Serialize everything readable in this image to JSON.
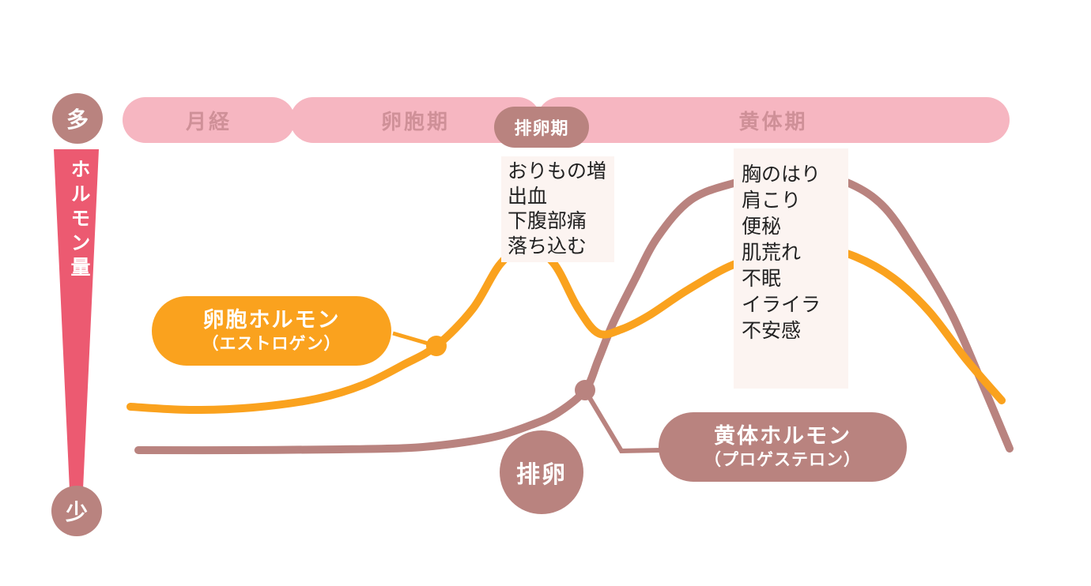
{
  "colors": {
    "pink": "#F6B6C1",
    "pink-text": "#CF9098",
    "mauve": "#B9837F",
    "orange": "#FAA21E",
    "wedge-red": "#EC5A71",
    "box-bg": "#FCF4F1",
    "box-text": "#222222"
  },
  "axis": {
    "title": "ホルモン量",
    "high_label": "多",
    "low_label": "少"
  },
  "phases": [
    {
      "label": "月経"
    },
    {
      "label": "卵胞期"
    },
    {
      "label": "排卵期"
    },
    {
      "label": "黄体期"
    }
  ],
  "callouts": {
    "estrogen_line1": "卵胞ホルモン",
    "estrogen_line2": "（エストロゲン）",
    "progesterone_line1": "黄体ホルモン",
    "progesterone_line2": "（プロゲステロン）",
    "ovulation": "排卵"
  },
  "symptoms": {
    "ovulation_phase": [
      "おりもの増",
      "出血",
      "下腹部痛",
      "落ち込む"
    ],
    "luteal_phase": [
      "胸のはり",
      "肩こり",
      "便秘",
      "肌荒れ",
      "不眠",
      "イライラ",
      "不安感"
    ]
  },
  "chart_data": {
    "type": "line",
    "title": "",
    "ylabel": "ホルモン量",
    "y_axis_labels": {
      "high": "多",
      "low": "少"
    },
    "x_phases": [
      "月経",
      "卵胞期",
      "排卵期",
      "黄体期"
    ],
    "grid": false,
    "annotations": [
      "排卵"
    ],
    "series": [
      {
        "name": "卵胞ホルモン（エストロゲン）",
        "color": "#FAA21E",
        "marker": [
          552,
          438
        ],
        "points": [
          [
            165,
            515
          ],
          [
            240,
            519
          ],
          [
            320,
            516
          ],
          [
            400,
            505
          ],
          [
            460,
            487
          ],
          [
            510,
            462
          ],
          [
            552,
            438
          ],
          [
            598,
            391
          ],
          [
            633,
            334
          ],
          [
            666,
            312
          ],
          [
            700,
            333
          ],
          [
            731,
            390
          ],
          [
            757,
            422
          ],
          [
            786,
            417
          ],
          [
            820,
            400
          ],
          [
            870,
            367
          ],
          [
            928,
            335
          ],
          [
            988,
            319
          ],
          [
            1040,
            315
          ],
          [
            1082,
            325
          ],
          [
            1130,
            352
          ],
          [
            1175,
            394
          ],
          [
            1222,
            455
          ],
          [
            1267,
            507
          ]
        ]
      },
      {
        "name": "黄体ホルモン（プロゲステロン）",
        "color": "#B9837F",
        "marker": [
          740,
          494
        ],
        "points": [
          [
            175,
            570
          ],
          [
            300,
            570
          ],
          [
            430,
            569
          ],
          [
            520,
            567
          ],
          [
            580,
            561
          ],
          [
            630,
            552
          ],
          [
            672,
            538
          ],
          [
            705,
            523
          ],
          [
            740,
            494
          ],
          [
            757,
            455
          ],
          [
            776,
            408
          ],
          [
            803,
            354
          ],
          [
            832,
            300
          ],
          [
            874,
            253
          ],
          [
            928,
            232
          ],
          [
            978,
            223
          ],
          [
            1028,
            222
          ],
          [
            1076,
            233
          ],
          [
            1120,
            264
          ],
          [
            1163,
            327
          ],
          [
            1205,
            400
          ],
          [
            1243,
            487
          ],
          [
            1277,
            568
          ]
        ]
      }
    ]
  }
}
